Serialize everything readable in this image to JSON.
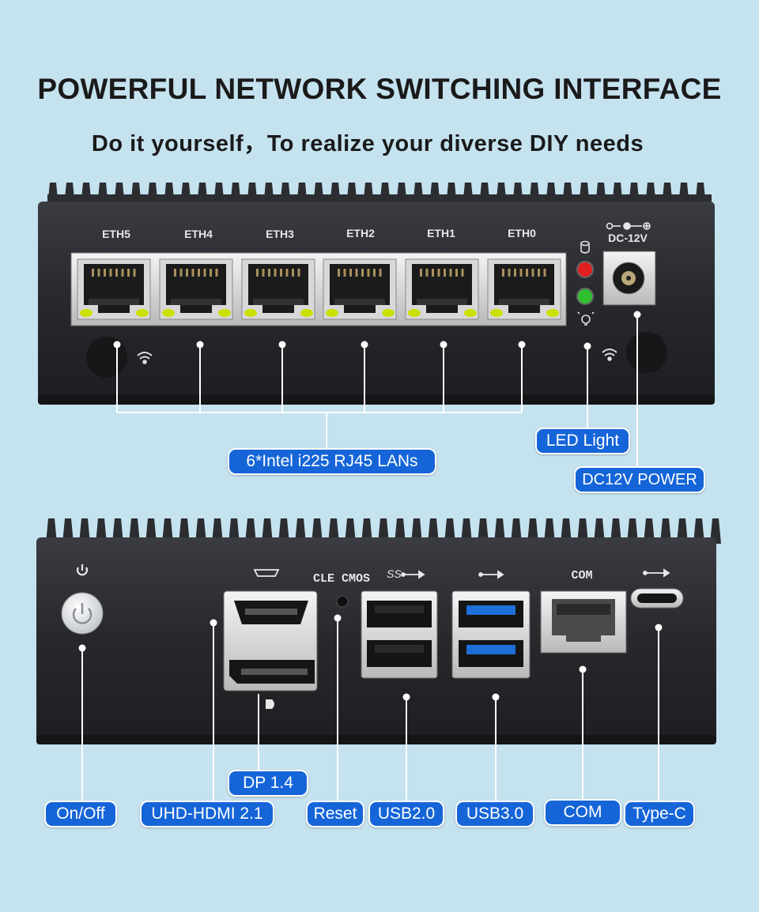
{
  "heading": {
    "title": "POWERFUL NETWORK SWITCHING INTERFACE",
    "subtitle": "Do it yourself，To realize your diverse DIY needs"
  },
  "front_panel": {
    "ports": [
      {
        "label": "ETH5"
      },
      {
        "label": "ETH4"
      },
      {
        "label": "ETH3"
      },
      {
        "label": "ETH2"
      },
      {
        "label": "ETH1"
      },
      {
        "label": "ETH0"
      }
    ],
    "dc_label": "DC-12V",
    "callouts": {
      "lan": "6*Intel i225 RJ45 LANs",
      "led": "LED Light",
      "power": "DC12V POWER"
    }
  },
  "rear_panel": {
    "labels": {
      "cle_cmos": "CLE CMOS",
      "ss": "SS",
      "com": "COM"
    },
    "callouts": {
      "onoff": "On/Off",
      "hdmi": "UHD-HDMI 2.1",
      "dp": "DP 1.4",
      "reset": "Reset",
      "usb2": "USB2.0",
      "usb3": "USB3.0",
      "com": "COM",
      "typec": "Type-C"
    }
  },
  "colors": {
    "background": "#c5e2ef",
    "chassis": "#2a2c30",
    "callout": "#1565d8",
    "led_red": "#e02020",
    "led_green": "#2fbf2f",
    "port_led": "#c9e000",
    "usb3_blue": "#1e6fd9"
  }
}
